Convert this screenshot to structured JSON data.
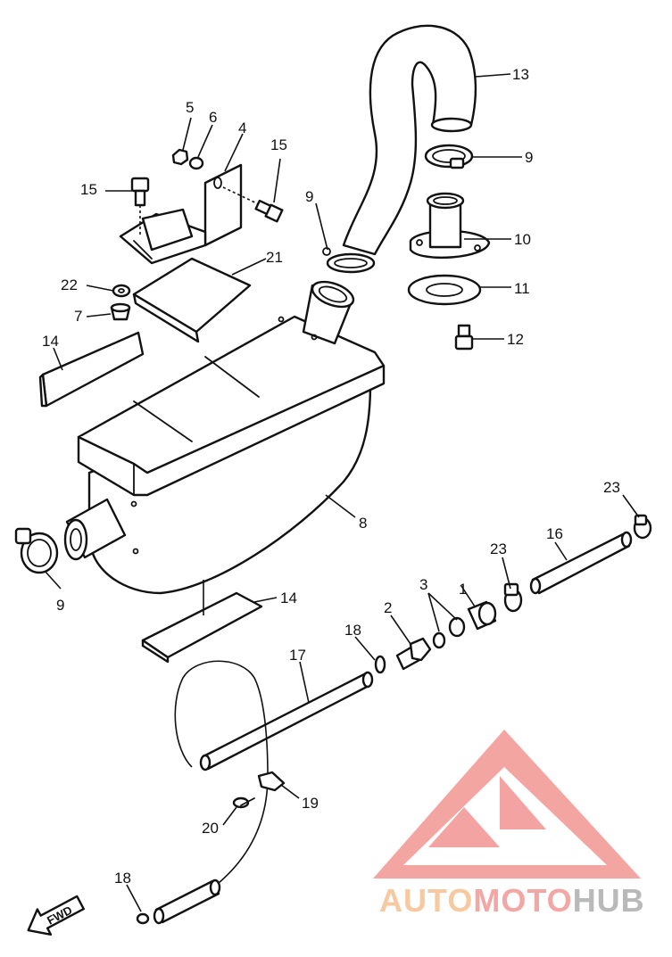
{
  "diagram": {
    "part_labels": [
      {
        "id": "p5",
        "text": "5"
      },
      {
        "id": "p6",
        "text": "6"
      },
      {
        "id": "p4",
        "text": "4"
      },
      {
        "id": "p15a",
        "text": "15"
      },
      {
        "id": "p15b",
        "text": "15"
      },
      {
        "id": "p9a",
        "text": "9"
      },
      {
        "id": "p21",
        "text": "21"
      },
      {
        "id": "p22",
        "text": "22"
      },
      {
        "id": "p7",
        "text": "7"
      },
      {
        "id": "p14a",
        "text": "14"
      },
      {
        "id": "p13",
        "text": "13"
      },
      {
        "id": "p9b",
        "text": "9"
      },
      {
        "id": "p10",
        "text": "10"
      },
      {
        "id": "p11",
        "text": "11"
      },
      {
        "id": "p12",
        "text": "12"
      },
      {
        "id": "p8",
        "text": "8"
      },
      {
        "id": "p9c",
        "text": "9"
      },
      {
        "id": "p23a",
        "text": "23"
      },
      {
        "id": "p16",
        "text": "16"
      },
      {
        "id": "p23b",
        "text": "23"
      },
      {
        "id": "p3",
        "text": "3"
      },
      {
        "id": "p1",
        "text": "1"
      },
      {
        "id": "p2",
        "text": "2"
      },
      {
        "id": "p18a",
        "text": "18"
      },
      {
        "id": "p17",
        "text": "17"
      },
      {
        "id": "p14b",
        "text": "14"
      },
      {
        "id": "p19",
        "text": "19"
      },
      {
        "id": "p20",
        "text": "20"
      },
      {
        "id": "p18b",
        "text": "18"
      }
    ],
    "direction_arrow": "FWD"
  },
  "watermark": {
    "part1": "AUTO",
    "part2": "MOTO",
    "part3": "HUB",
    "colors": {
      "auto": "#f7c9a0",
      "moto": "#f3a7a4",
      "hub": "#b9b9b9",
      "logo": "#f08a86"
    }
  }
}
